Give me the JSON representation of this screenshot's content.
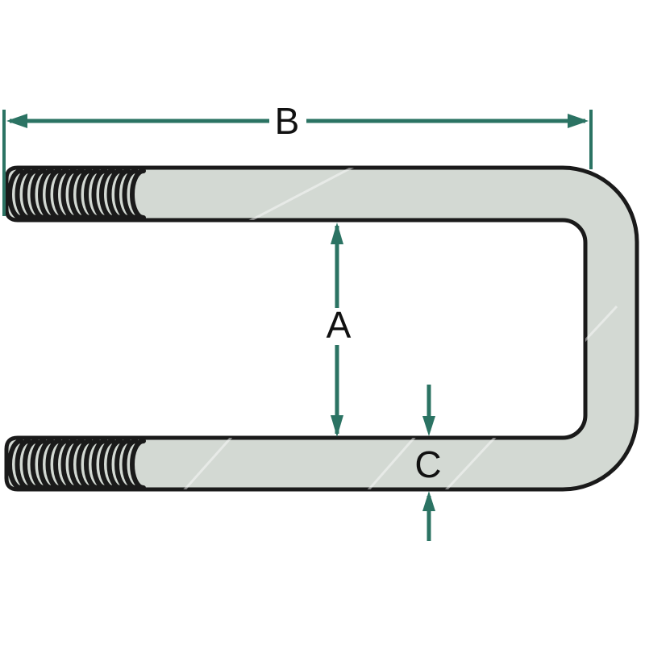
{
  "diagram": {
    "name": "u-bolt-dimension-diagram",
    "part": "square-bend u-bolt, side view, threaded leg ends at left"
  },
  "dimensions": {
    "a": "A",
    "b": "B",
    "c": "C"
  },
  "colors": {
    "dimension": "#2b7363",
    "body_fill": "#d3d9d3",
    "outline": "#1a1a1a",
    "background": "#ffffff"
  }
}
